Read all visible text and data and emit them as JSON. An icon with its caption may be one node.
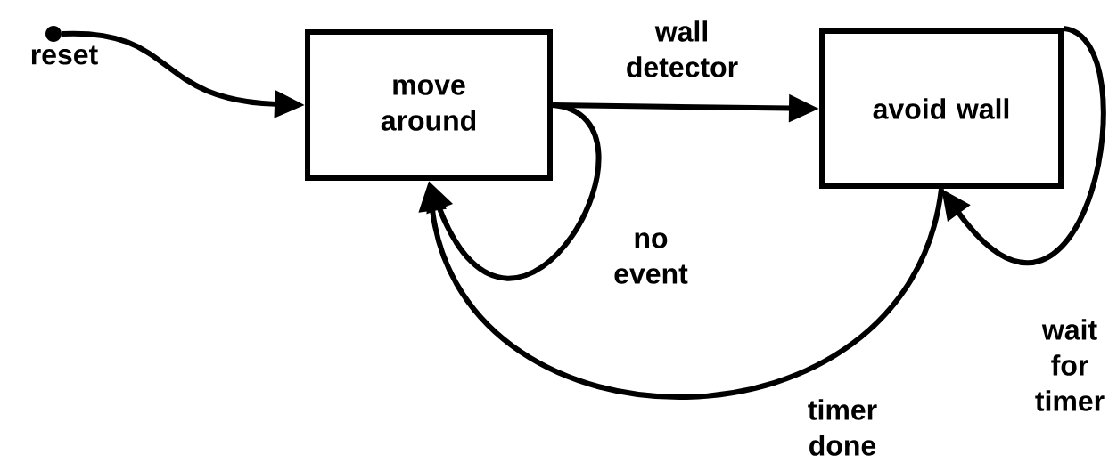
{
  "diagram": {
    "nodes": [
      {
        "text": [],
        "shape": "circle",
        "beside": [
          "reset"
        ]
      },
      {
        "text": [
          "move around"
        ]
      },
      {
        "text": [
          "avoid wall"
        ]
      }
    ],
    "edges": [
      {
        "from": 0,
        "to": 1,
        "arrow": "to"
      },
      {
        "from": 1,
        "to": 2,
        "arrow": "to",
        "label": "wall detector"
      },
      {
        "from": 1,
        "to": 1,
        "arrow": "to",
        "label": "no event"
      },
      {
        "from": 2,
        "to": 1,
        "arrow": "to",
        "label": "timer done"
      },
      {
        "from": 2,
        "to": 2,
        "arrow": "to",
        "label": "wait for timer"
      }
    ]
  }
}
